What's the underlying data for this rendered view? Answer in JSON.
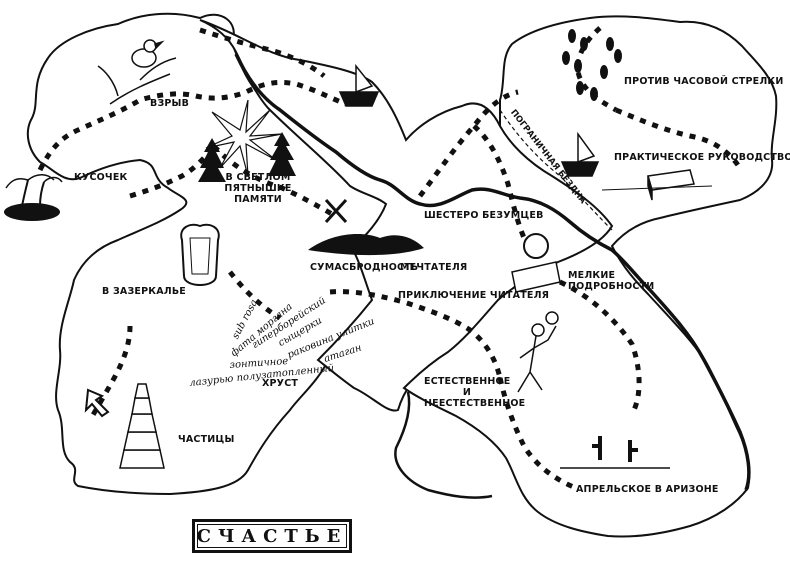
{
  "title": "счастье",
  "regions": {
    "west": {
      "places": {
        "vzryv": "взрыв",
        "kusochek": "кусочек",
        "svetlom": "в светлом пятнышке памяти",
        "zazerkalye": "в зазеркалье",
        "khrust": "хруст",
        "chastitsy": "частицы"
      },
      "words": [
        "sub rosa",
        "фата моргана",
        "гиперборейский",
        "сыщерки",
        "раковина улитки",
        "атаган",
        "зонтичное",
        "лазурью полузатопленный"
      ]
    },
    "middle": {
      "places": {
        "sumasbrodnost": "сумасбродность",
        "mechtatelya": "мечтателя",
        "shestero": "шестеро безумцев",
        "priklyuchenie": "приключение читателя"
      }
    },
    "east": {
      "places": {
        "protiv": "против часовой стрелки",
        "prakticheskoe": "практическое руководство",
        "melkie": "мелкие подробности",
        "estestvennoe": "естественное и неестественное",
        "aprelskoe": "апрельское в аризоне",
        "pogranichnaya": "пограничная бездна"
      }
    }
  },
  "colors": {
    "ink": "#111111",
    "paper": "#ffffff"
  },
  "icons": [
    "bird-icon",
    "tree-icon",
    "explosion-icon",
    "palm-island-icon",
    "mirror-icon",
    "tower-icon",
    "ship-icon",
    "footprints-icon",
    "book-icon",
    "magnifier-icon",
    "cactus-icon",
    "runner-icon",
    "crossroads-icon",
    "ruins-icon"
  ]
}
